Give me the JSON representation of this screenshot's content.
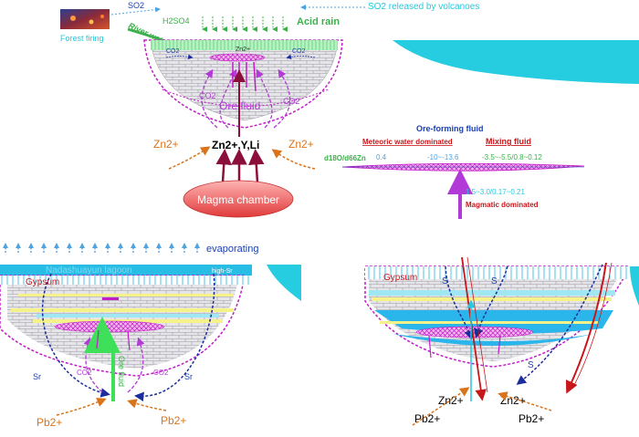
{
  "top_panel": {
    "so2_label": "SO2",
    "so2_released_label": "SO2 released by volcanoes",
    "forest_firing_label": "Forest firing",
    "river_water_label": "River water",
    "h2so4_label": "H2SO4",
    "acid_rain_label": "Acid rain",
    "co2_label": "CO2",
    "zn2_label": "Zn2+",
    "zn2_left": "Zn2+",
    "zn2_right": "Zn2+",
    "ore_fluid_label": "Ore fluid",
    "zn_y_li_label": "Zn2+,Y,Li",
    "magma_chamber_label": "Magma chamber"
  },
  "ore_forming_fluid": {
    "title": "Ore-forming fluid",
    "meteoric_label": "Meteoric water dominated",
    "mixing_label": "Mixing fluid",
    "axis_label": "d18O/d66Zn",
    "meteoric_value": "0.4",
    "meteoric_range": "-10~-13.6",
    "mixing_range": "-3.5~-5.5/0.8~0.12",
    "magmatic_range": "1.5~3.0/0.17~0.21",
    "magmatic_label": "Magmatic dominated"
  },
  "bottom_left": {
    "evaporating_label": "evaporating",
    "lagoon_label": "Nadashuayun lagoon",
    "high_sr_label": "high-Sr",
    "gypsum_label": "Gypsum",
    "sr_label": "Sr",
    "co2_label": "CO2",
    "ore_fluid_label": "Ore fluid",
    "pb2_label": "Pb2+"
  },
  "bottom_right": {
    "gypsum_label": "Gypsum",
    "s_label": "S",
    "zn2_label": "Zn2+",
    "pb2_label": "Pb2+"
  },
  "colors": {
    "blue": "#1a3fb0",
    "dashed_blue": "#1b2d9c",
    "green": "#3cb04a",
    "purple": "#b23ad6",
    "magenta": "#c21bc8",
    "orange": "#d9741b",
    "dark_red": "#8b0f3a",
    "magma": "#e24b4b",
    "cyan": "#25c8de",
    "red_fault": "#c8161b"
  }
}
